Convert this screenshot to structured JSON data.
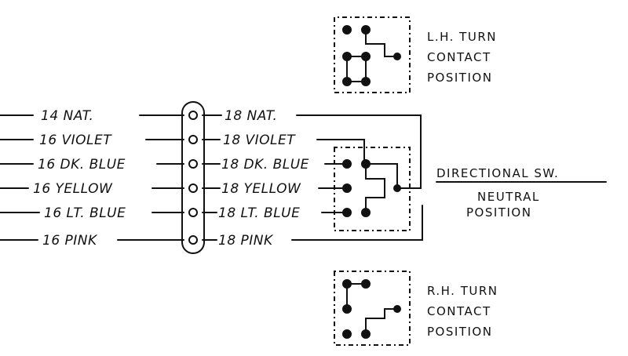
{
  "wires": [
    {
      "left": "14 NAT.",
      "right": "18 NAT."
    },
    {
      "left": "16 VIOLET",
      "right": "18 VIOLET"
    },
    {
      "left": "16 DK. BLUE",
      "right": "18 DK. BLUE"
    },
    {
      "left": "16 YELLOW",
      "right": "18 YELLOW"
    },
    {
      "left": "16 LT. BLUE",
      "right": "18 LT. BLUE"
    },
    {
      "left": "16 PINK",
      "right": "18 PINK"
    }
  ],
  "lh_turn": {
    "line1": "L.H. TURN",
    "line2": "CONTACT",
    "line3": "POSITION"
  },
  "rh_turn": {
    "line1": "R.H. TURN",
    "line2": "CONTACT",
    "line3": "POSITION"
  },
  "directional": {
    "title": "DIRECTIONAL SW.",
    "line1": "NEUTRAL",
    "line2": "POSITION"
  }
}
